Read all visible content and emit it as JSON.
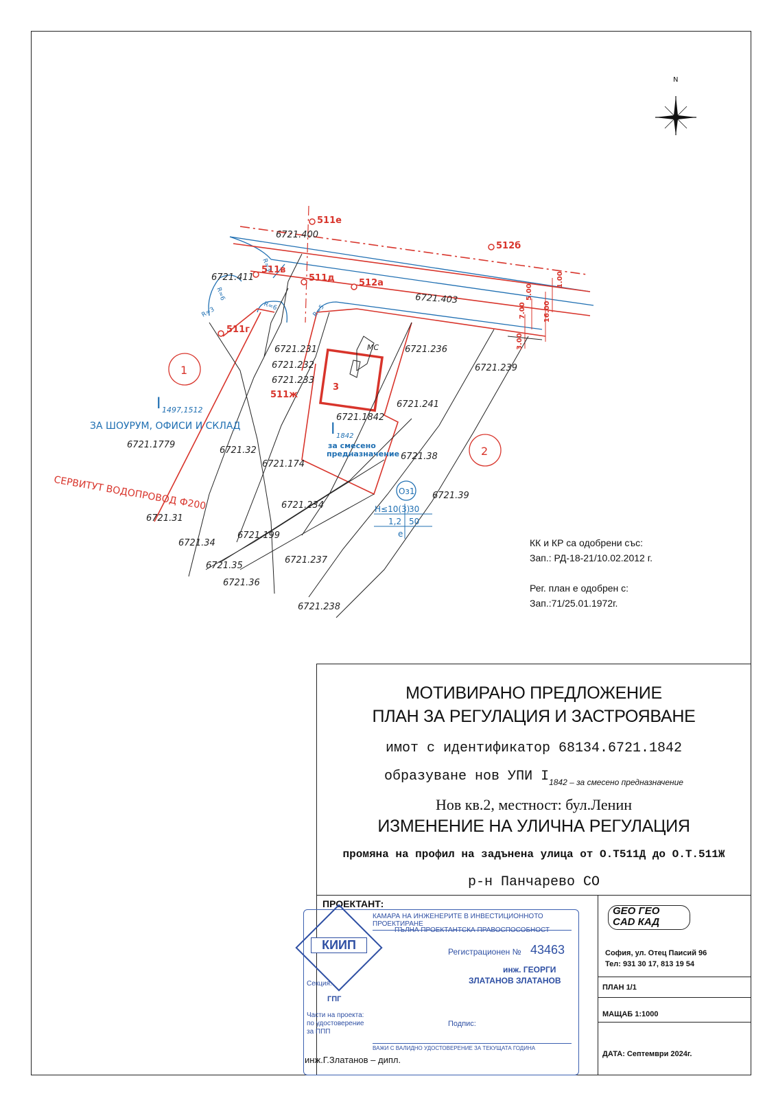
{
  "north": {
    "label": "N"
  },
  "plot_labels": {
    "parcels": [
      "6721.400",
      "6721.411",
      "6721.403",
      "6721.231",
      "6721.232",
      "6721.233",
      "6721.236",
      "6721.239",
      "6721.241",
      "6721.1842",
      "6721.1779",
      "6721.32",
      "6721.174",
      "6721.38",
      "6721.39",
      "6721.234",
      "6721.31",
      "6721.34",
      "6721.199",
      "6721.35",
      "6721.237",
      "6721.36",
      "6721.238"
    ],
    "points": [
      "511е",
      "512б",
      "511в",
      "511д",
      "512а",
      "511г",
      "511ж"
    ],
    "radii": [
      "R=3",
      "R=6",
      "R=3",
      "R=6",
      "R=5"
    ],
    "dimensions": [
      "1.00",
      "5.00",
      "7.00",
      "16.00",
      "3.00"
    ],
    "block_number": "3",
    "mc": "МС",
    "quarter_1": "1",
    "quarter_2": "2",
    "upi_1_number": "I",
    "upi_1_sub": "1497,1512",
    "upi_1_purpose": "ЗА ШОУРУМ, ОФИСИ И СКЛАД",
    "upi_2_number": "I",
    "upi_2_sub": "1842",
    "upi_2_purpose_line1": "за смесено",
    "upi_2_purpose_line2": "предназначение",
    "servitude": "СЕРВИТУТ ВОДОПРОВОД Ф200",
    "zone": "Оз1",
    "zone_h": "H≤10(3)",
    "zone_density": "30",
    "zone_kint": "1,2",
    "zone_green": "50",
    "zone_e": "е"
  },
  "notes": {
    "kk_line1": "КК и КР са одобрени със:",
    "kk_line2": "Зап.: РД-18-21/10.02.2012 г.",
    "reg_line1": "Рег. план е одобрен с:",
    "reg_line2": "Зап.:71/25.01.1972г."
  },
  "title_block": {
    "heading1": "МОТИВИРАНО ПРЕДЛОЖЕНИЕ",
    "heading2": "ПЛАН ЗА РЕГУЛАЦИЯ И ЗАСТРОЯВАНЕ",
    "property": "имот с идентификатор 68134.6721.1842",
    "upi_prefix": "образуване нов УПИ I",
    "upi_sub": "1842 – за смесено предназначение",
    "location": "Нов кв.2, местност: бул.Ленин",
    "heading3": "ИЗМЕНЕНИЕ НА УЛИЧНА РЕГУЛАЦИЯ",
    "change": "промяна на профил на задънена улица от О.Т511Д до О.Т.511Ж",
    "district": "р-н Панчарево СО",
    "designer_label": "ПРОЕКТАНТ:",
    "stamp": {
      "chamber": "КАМАРА НА ИНЖЕНЕРИТЕ В ИНВЕСТИЦИОННОТО ПРОЕКТИРАНЕ",
      "capacity": "ПЪЛНА ПРОЕКТАНТСКА ПРАВОСПОСОБНОСТ",
      "logo": "КИИП",
      "reg_label": "Регистрационен №",
      "reg_number": "43463",
      "eng_line1": "инж. ГЕОРГИ",
      "eng_line2": "ЗЛАТАНОВ ЗЛАТАНОВ",
      "section_label": "Секция:",
      "section": "ГПГ",
      "parts_line1": "Части на проекта:",
      "parts_line2": "по удостоверение",
      "parts_line3": "за ППП",
      "signature_label": "Подпис:",
      "validity": "ВАЖИ С ВАЛИДНО УДОСТОВЕРЕНИЕ ЗА ТЕКУЩАТА ГОДИНА"
    },
    "signatory": "инж.Г.Златанов – дипл.",
    "company": {
      "logo_line1": "GEO",
      "logo_line2": "CAD",
      "logo_line3": "ГЕО",
      "logo_line4": "КАД",
      "address": "София, ул. Отец Паисий 96",
      "phone": "Тел: 931 30 17, 813 19 54",
      "plan": "ПЛАН 1/1",
      "scale": "МАЩАБ 1:1000",
      "date": "ДАТА: Септември 2024г."
    }
  }
}
